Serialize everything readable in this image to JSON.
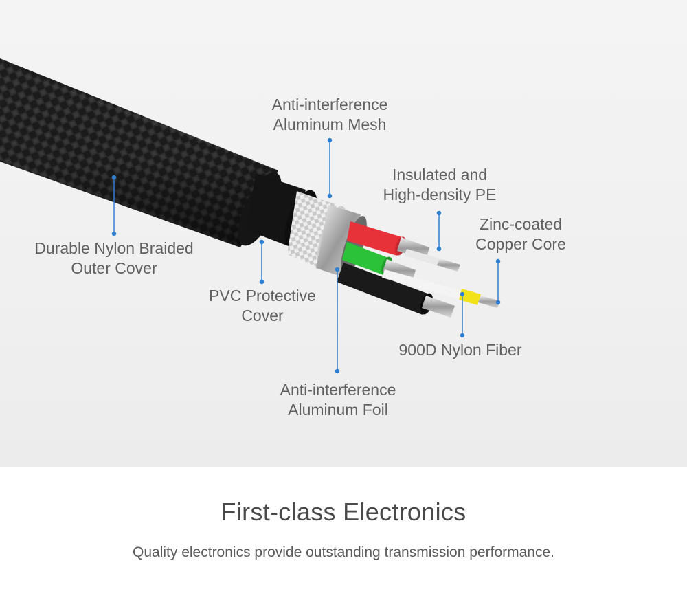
{
  "diagram": {
    "labels": {
      "mesh": [
        "Anti-interference",
        "Aluminum Mesh"
      ],
      "insulated": [
        "Insulated and",
        "High-density PE"
      ],
      "zinc": [
        "Zinc-coated",
        "Copper Core"
      ],
      "nylon_cover": [
        "Durable Nylon Braided",
        "Outer Cover"
      ],
      "pvc": [
        "PVC Protective",
        "Cover"
      ],
      "fiber": [
        "900D Nylon Fiber"
      ],
      "foil": [
        "Anti-interference",
        "Aluminum Foil"
      ]
    },
    "colors": {
      "leader": "#2f7fd0",
      "braid": "#1f1f1f",
      "wire_red": "#e8323a",
      "wire_green": "#2bc23a",
      "wire_yellow": "#f2e21a",
      "wire_black": "#1a1a1a"
    }
  },
  "footer": {
    "title": "First-class Electronics",
    "subtitle": "Quality electronics provide outstanding transmission performance."
  }
}
